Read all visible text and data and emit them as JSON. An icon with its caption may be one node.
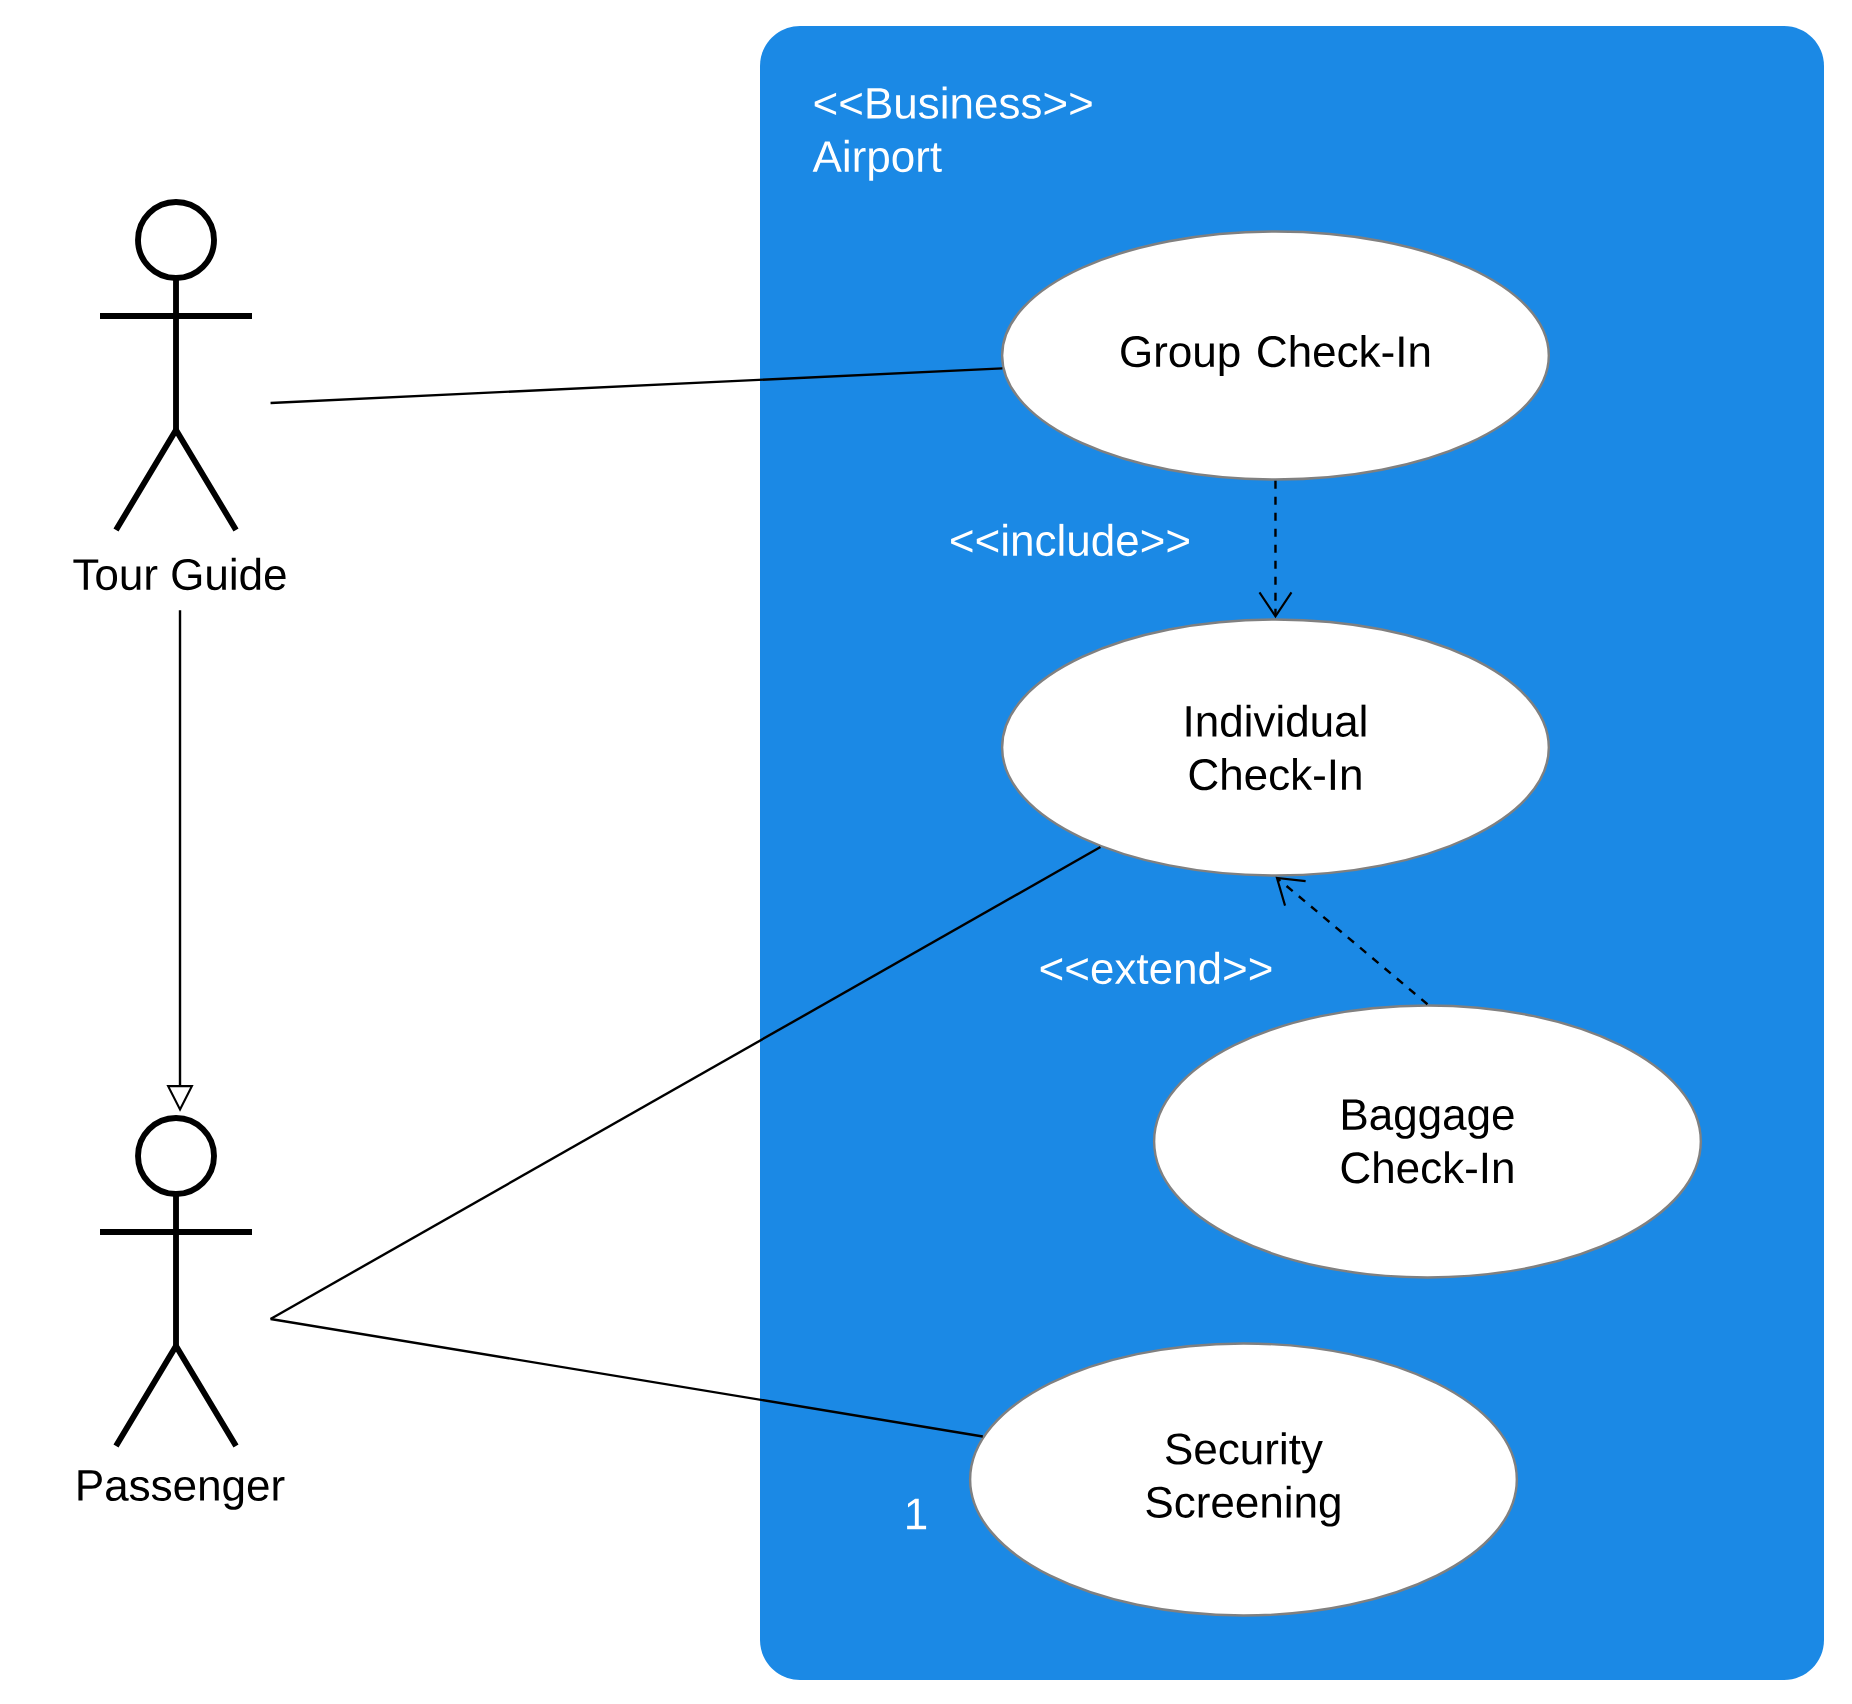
{
  "diagram": {
    "nodes": [
      {
        "text": [
          "<<Business>> Airport"
        ]
      },
      {
        "text": [
          "Tour Guide"
        ]
      },
      {
        "text": [
          "Passenger"
        ]
      },
      {
        "text": [
          "Group Check-In"
        ],
        "in": 0
      },
      {
        "text": [
          "Individual Check-In"
        ],
        "in": 0
      },
      {
        "text": [
          "Baggage Check-In"
        ],
        "in": 0
      },
      {
        "text": [
          "Security Screening"
        ],
        "in": 0
      }
    ],
    "edges": [
      {
        "from": 1,
        "to": 3,
        "arrow": "none"
      },
      {
        "from": 1,
        "to": 2,
        "arrow": "to"
      },
      {
        "from": 3,
        "to": 4,
        "arrow": "to",
        "style": "dashed",
        "label": "<<include>>"
      },
      {
        "from": 5,
        "to": 4,
        "arrow": "to",
        "style": "dashed",
        "label": "<<extend>>"
      },
      {
        "from": 2,
        "to": 4,
        "arrow": "none"
      },
      {
        "from": 2,
        "to": 6,
        "arrow": "none",
        "label": "1"
      }
    ]
  }
}
